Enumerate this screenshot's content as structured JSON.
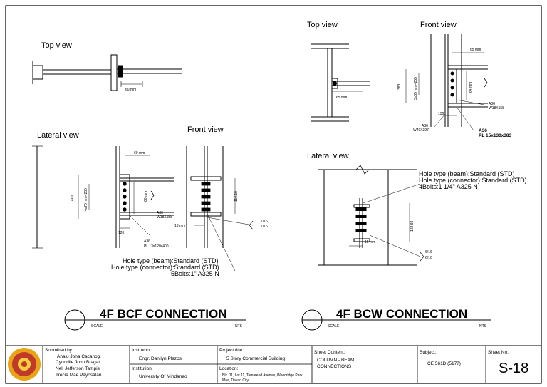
{
  "left_drawing": {
    "top_view_title": "Top view",
    "lateral_view_title": "Lateral view",
    "front_view_title": "Front view",
    "dim_top_60": "60 mm",
    "dim_lat_60": "60 mm",
    "dim_400": "400",
    "dim_bolt_span": "4x70 mm=280",
    "dim_60_vert": "60 mm",
    "dim_120": "120",
    "beam_spec_a": "A36",
    "beam_spec_b": "W18X158",
    "plate_spec_a": "A36",
    "plate_spec_b": "PL 13x120x400",
    "dim_13": "13 mm",
    "dim_11019": "110.19",
    "weld_716a": "7/16",
    "weld_716b": "7/16",
    "note_hole_beam": "Hole type (beam):Standard (STD)",
    "note_hole_conn": "Hole type (connector):Standard (STD)",
    "note_bolts": "5Bolts:1\" A325 N",
    "title": "4F BCF CONNECTION",
    "scale_label": "SCALE",
    "scale_value": "NTS"
  },
  "right_drawing": {
    "top_view_title": "Top view",
    "front_view_title": "Front view",
    "lateral_view_title": "Lateral view",
    "dim_65_top": "65 mm",
    "dim_65": "65 mm",
    "dim_383": "383",
    "dim_bolt_span": "3x85 mm=255",
    "dim_64": "64 mm",
    "dim_130": "130",
    "beam_spec_a": "A36",
    "beam_spec_b": "W18X158",
    "col_spec_a": "A36",
    "col_spec_b": "W40X397",
    "plate_spec_a": "A36",
    "plate_spec_b": "PL 15x130x383",
    "note_hole_beam": "Hole type (beam):Standard (STD)",
    "note_hole_conn": "Hole type (connector):Standard (STD)",
    "note_bolts": "4Bolts:1 1/4\" A325 N",
    "dim_12269": "122.69",
    "dim_15": "15 mm",
    "weld_616a": "6/16",
    "weld_616b": "6/16",
    "title": "4F BCW CONNECTION",
    "scale_label": "SCALE",
    "scale_value": "NTS"
  },
  "title_block": {
    "submitted_label": "Submitted by:",
    "submitted_names": [
      "Analu Jona Cacanog",
      "Cyndrille John Bragat",
      "Nell Jefferson Tampis",
      "Trecia Mae Payosalan"
    ],
    "instructor_label": "Instructor:",
    "instructor_value": "Engr. Danilyn Plazos",
    "institution_label": "Institution:",
    "institution_value": "University Of Mindanao",
    "project_label": "Project title:",
    "project_value": "5 Story Commercial Building",
    "location_label": "Location:",
    "location_value_1": "Blk. 11, Lot 11, Tamarend Avenue, Woodridge Park,",
    "location_value_2": "Maa, Davao City",
    "content_label": "Sheet Content:",
    "content_value_1": "COLUMN - BEAM",
    "content_value_2": "CONNECTIONS",
    "subject_label": "Subject:",
    "subject_value": "CE 561D (5177)",
    "sheet_label": "Sheet No:",
    "sheet_value": "S-18"
  }
}
